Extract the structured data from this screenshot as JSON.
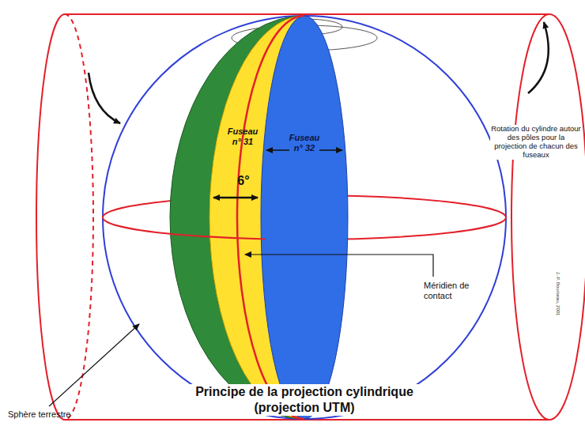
{
  "diagram": {
    "title": "Principe de la projection cylindrique (projection UTM)",
    "nodes": [
      {
        "text": [
          "Fuseau n° 31",
          "6°"
        ]
      },
      {
        "text": [
          "Fuseau n° 32"
        ]
      }
    ],
    "labels": [
      "Rotation du cylindre autour des pôles pour la projection de chacun des fuseaux",
      "Méridien de contact",
      "Sphère terrestre",
      "J.-P. Bourseau, 2001"
    ]
  }
}
